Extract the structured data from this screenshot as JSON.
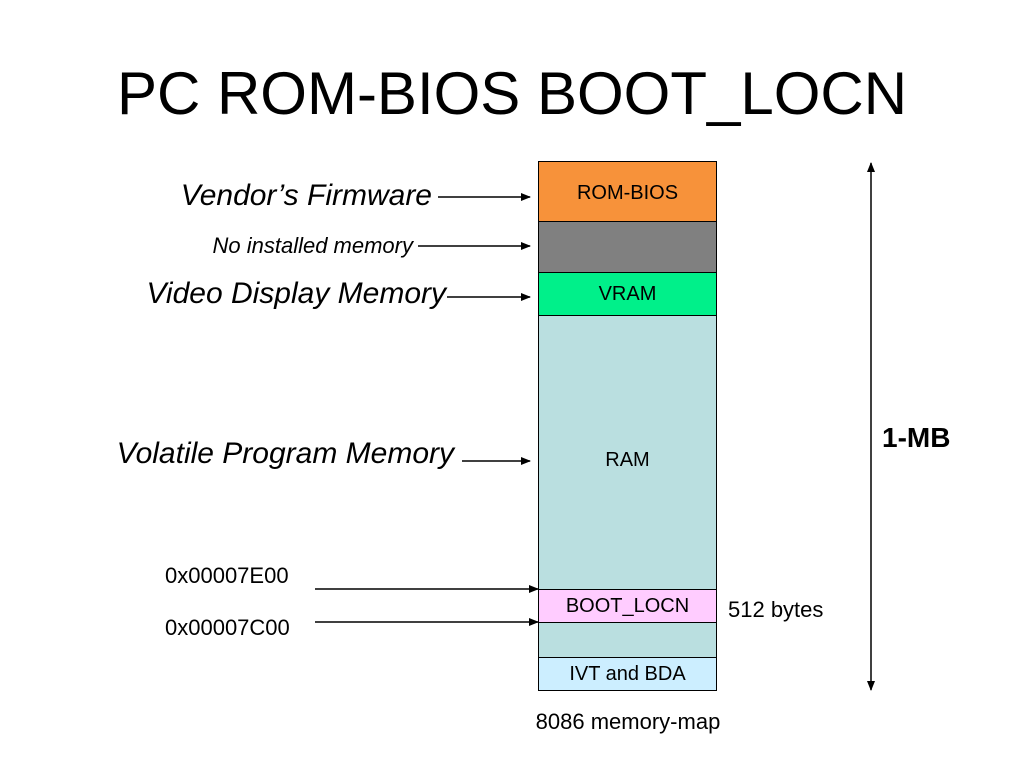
{
  "slide": {
    "title": "PC ROM-BIOS BOOT_LOCN",
    "caption": "8086 memory-map"
  },
  "memory_map": {
    "segments": [
      {
        "id": "rom",
        "label": "ROM-BIOS",
        "color": "#F7923A"
      },
      {
        "id": "gap",
        "label": "",
        "color": "#808080"
      },
      {
        "id": "vram",
        "label": "VRAM",
        "color": "#00F08A"
      },
      {
        "id": "ram",
        "label": "RAM",
        "color": "#BADFE0"
      },
      {
        "id": "boot",
        "label": "BOOT_LOCN",
        "color": "#FFCCFF"
      },
      {
        "id": "ram2",
        "label": "",
        "color": "#BADFE0"
      },
      {
        "id": "ivt",
        "label": "IVT and BDA",
        "color": "#CCEEFF"
      }
    ],
    "total_size": "1-MB",
    "boot_size": "512 bytes"
  },
  "annotations": {
    "vendor": "Vendor’s Firmware",
    "no_memory": "No installed memory",
    "video": "Video Display Memory",
    "volatile": "Volatile Program Memory",
    "addr_high": "0x00007E00",
    "addr_low": "0x00007C00"
  }
}
